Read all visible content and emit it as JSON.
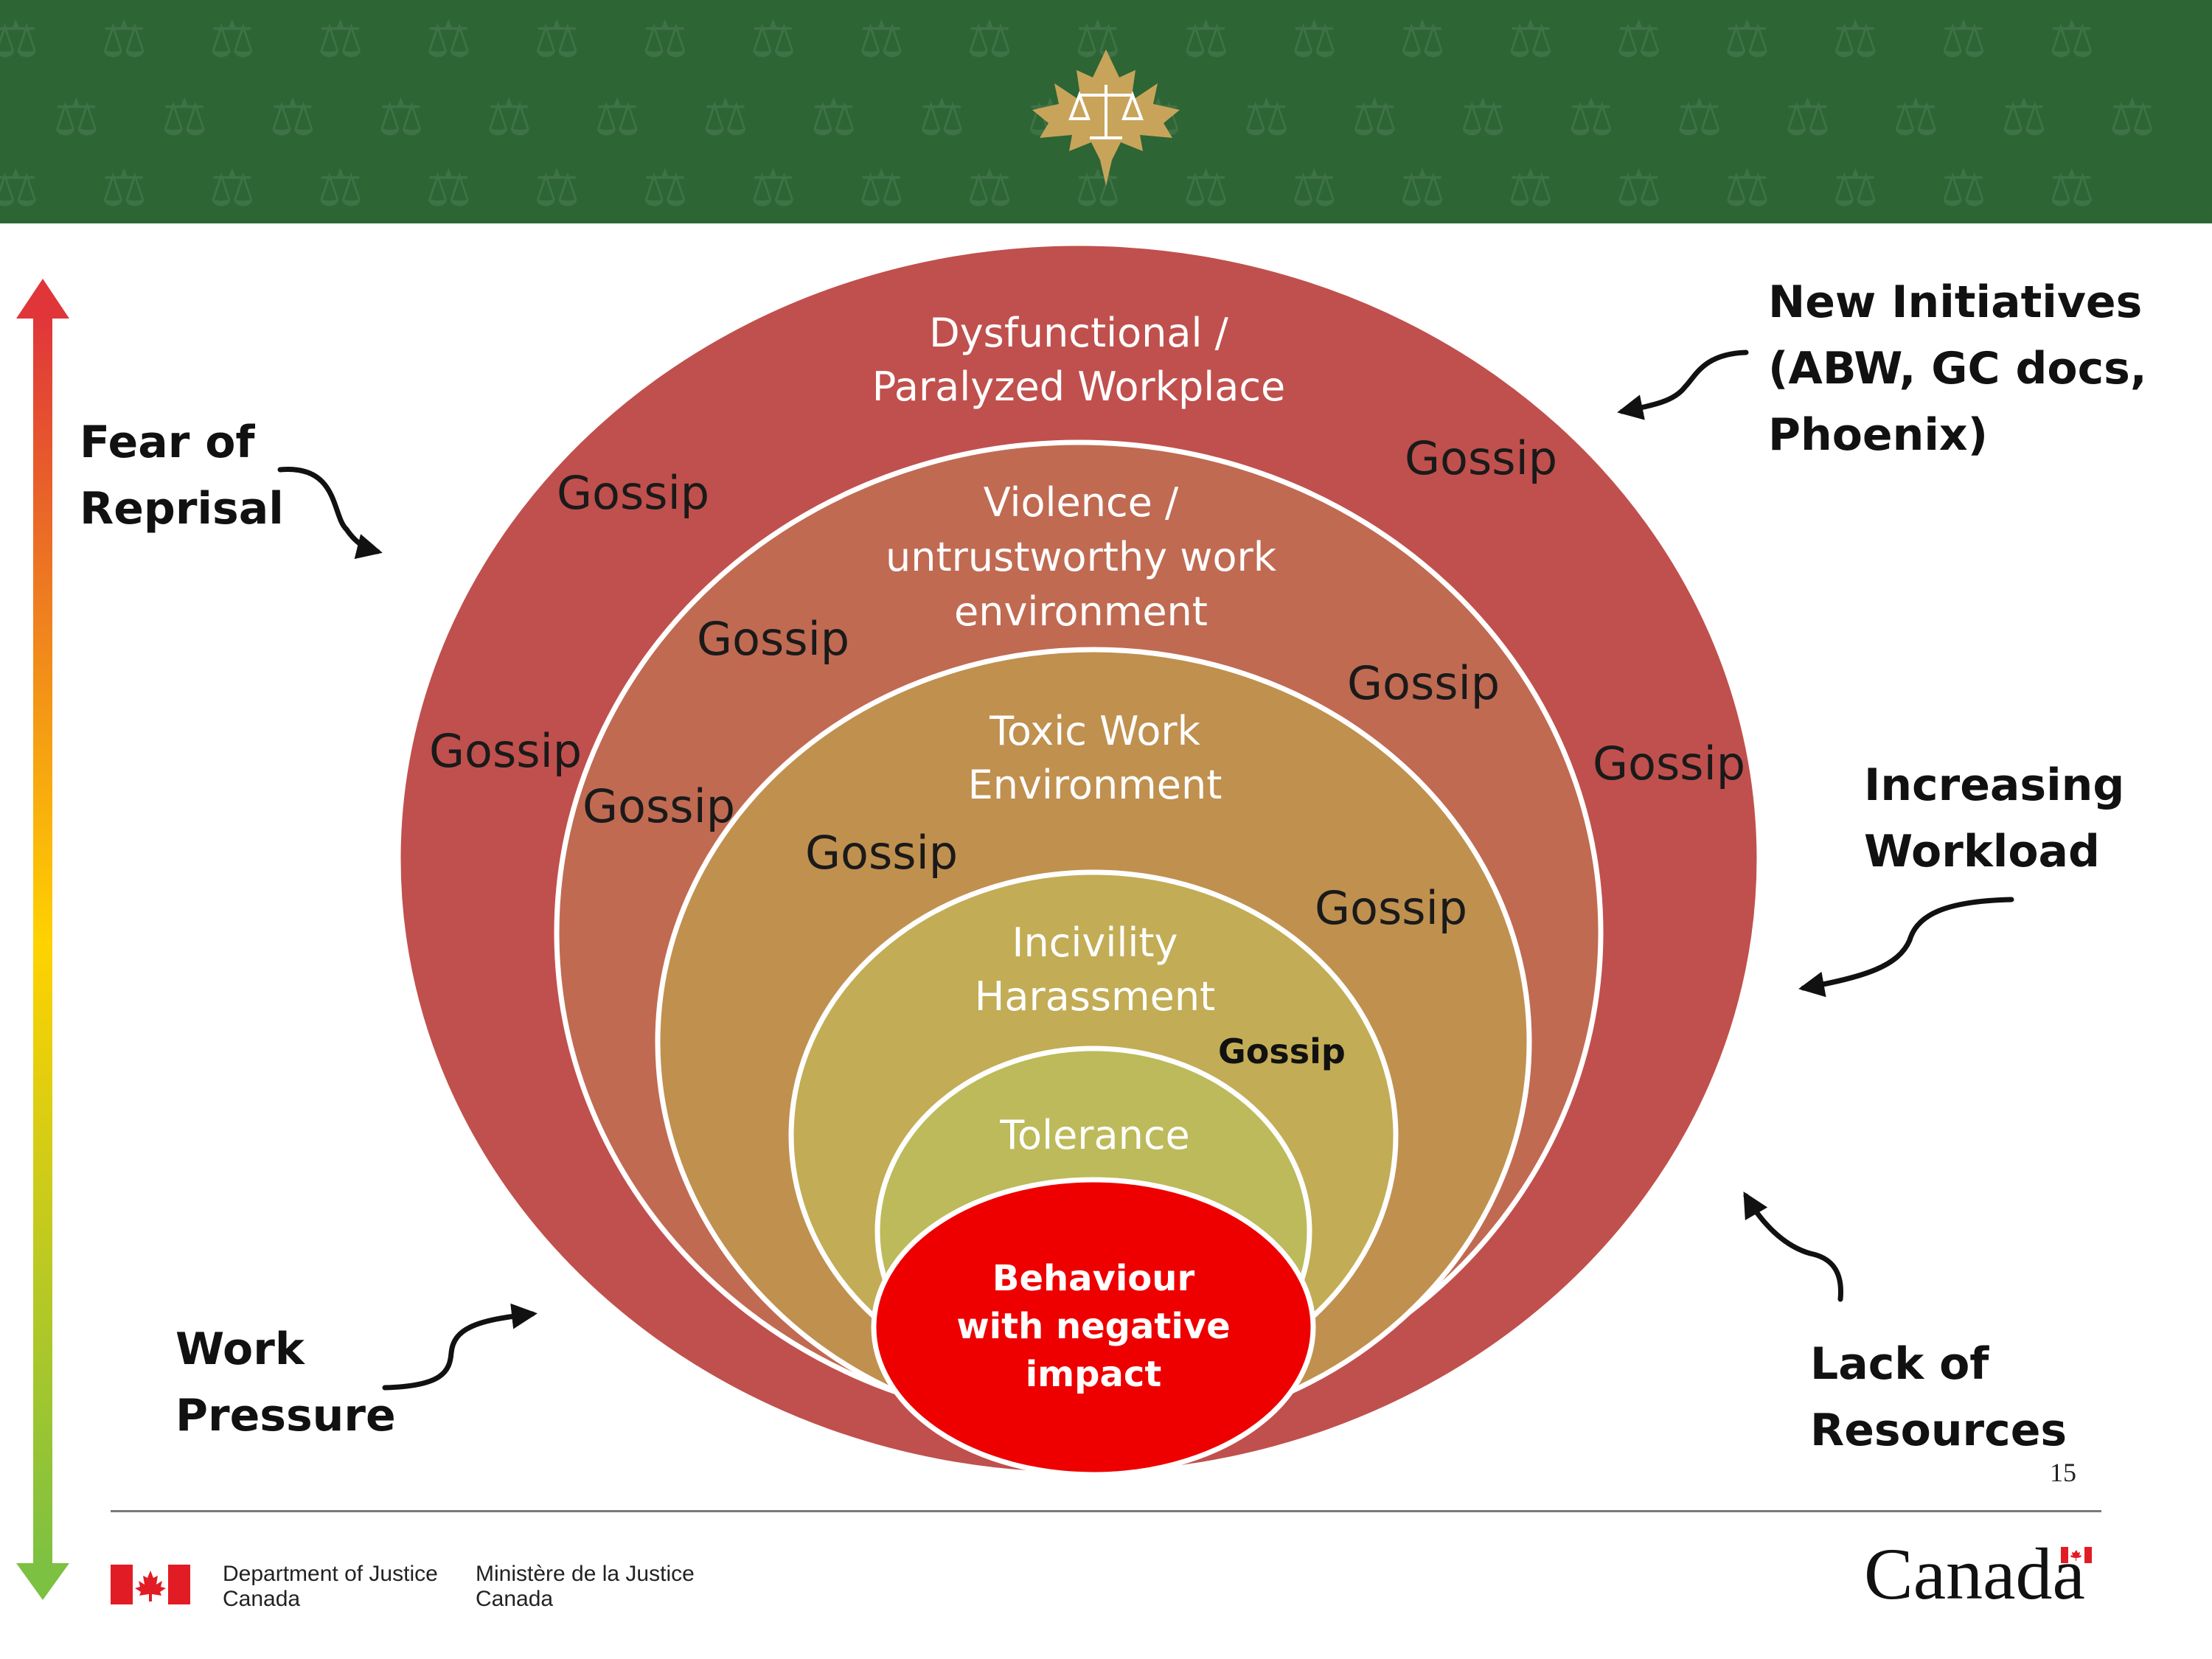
{
  "header": {
    "emblem": "maple-leaf-scales-emblem",
    "pattern_icon": "scales-icon",
    "colors": {
      "banner": "#2d6535",
      "emblem": "#c8a45a"
    }
  },
  "diagram": {
    "rings": [
      {
        "label_lines": [
          "Dysfunctional /",
          "Paralyzed Workplace"
        ],
        "color": "#c0504d"
      },
      {
        "label_lines": [
          "Violence /",
          "untrustworthy work",
          "environment"
        ],
        "color": "#c06a52"
      },
      {
        "label_lines": [
          "Toxic Work",
          "Environment"
        ],
        "color": "#c0904f"
      },
      {
        "label_lines": [
          "Incivility",
          "Harassment"
        ],
        "color": "#c2ac55"
      },
      {
        "label_lines": [
          "Tolerance"
        ],
        "color": "#bcba5a"
      },
      {
        "label_lines": [
          "Behaviour",
          "with negative",
          "impact"
        ],
        "color": "#ee0000"
      }
    ],
    "gossip_label": "Gossip",
    "pressure_bar": {
      "top_color": "#e0363a",
      "middle_color": "#ffd200",
      "bottom_color": "#7cc142"
    }
  },
  "factors": {
    "fear_of_reprisal": [
      "Fear of",
      "Reprisal"
    ],
    "new_initiatives": [
      "New Initiatives",
      "(ABW, GC docs,",
      "Phoenix)"
    ],
    "increasing_workload": [
      "Increasing",
      "Workload"
    ],
    "work_pressure": [
      "Work",
      "Pressure"
    ],
    "lack_of_resources": [
      "Lack of",
      "Resources"
    ]
  },
  "footer": {
    "page_number": "15",
    "department_en": [
      "Department of Justice",
      "Canada"
    ],
    "department_fr": [
      "Ministère de la Justice",
      "Canada"
    ],
    "wordmark": "Canada",
    "flag_icon": "canada-flag-icon"
  }
}
